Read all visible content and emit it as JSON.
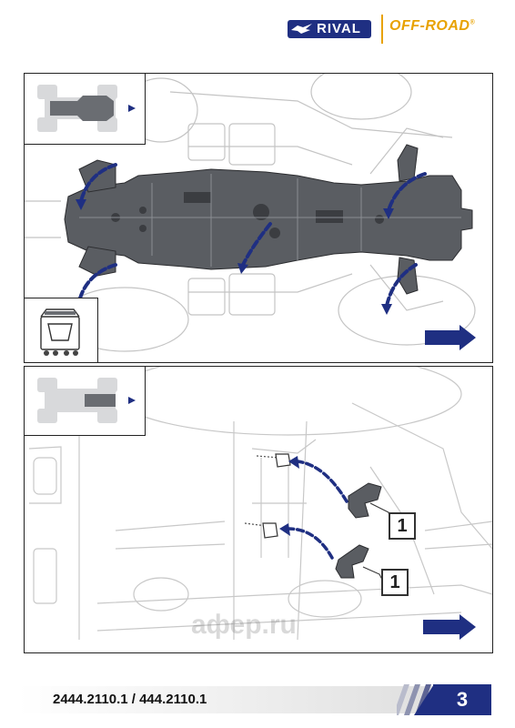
{
  "header": {
    "brand_name": "RIVAL",
    "brand_tagline": "OFF-ROAD",
    "trademark": "®",
    "colors": {
      "brand_blue": "#1f2f82",
      "brand_orange": "#e8a200",
      "part_gray": "#5a5d62",
      "arrow_blue": "#1f2f82"
    }
  },
  "panels": [
    {
      "icons": [
        "vehicle-top-view-icon",
        "skid-plate-kit-icon",
        "direction-arrow-icon",
        "blue-curved-arrow-icon"
      ]
    },
    {
      "icons": [
        "vehicle-top-view-icon",
        "direction-arrow-icon",
        "blue-curved-arrow-icon"
      ],
      "callouts": [
        "1",
        "1"
      ]
    }
  ],
  "watermark": "афер.ru",
  "footer": {
    "part_number": "2444.2110.1 / 444.2110.1",
    "page_number": "3"
  }
}
